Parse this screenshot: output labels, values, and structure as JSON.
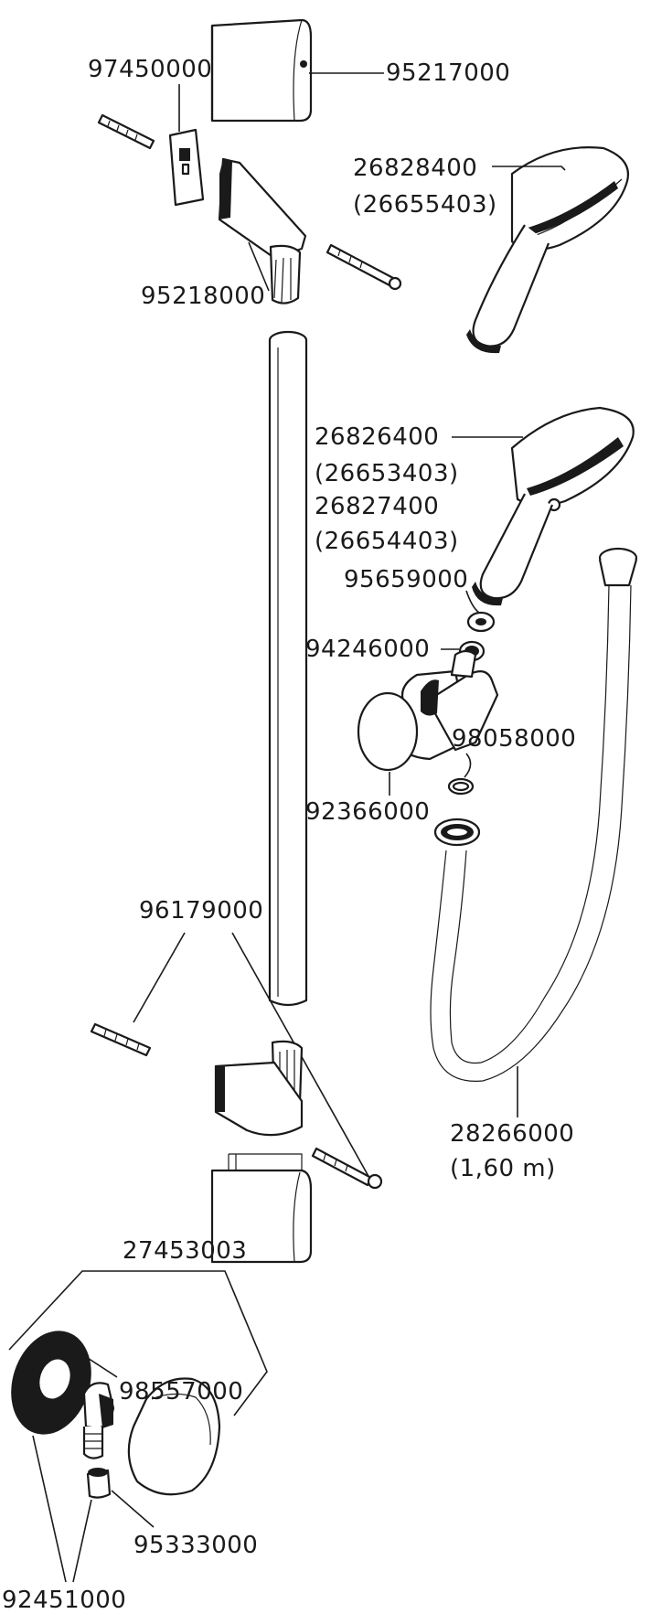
{
  "diagram": {
    "labels": {
      "p95217000": "95217000",
      "p97450000": "97450000",
      "p26828400": "26828400",
      "p26655403": "(26655403)",
      "p95218000": "95218000",
      "p26826400": "26826400",
      "p26653403": "(26653403)",
      "p26827400": "26827400",
      "p26654403": "(26654403)",
      "p95659000": "95659000",
      "p94246000": "94246000",
      "p98058000": "98058000",
      "p92366000": "92366000",
      "p96179000": "96179000",
      "p28266000": "28266000",
      "p28266000_len": "(1,60 m)",
      "p27453003": "27453003",
      "p98557000": "98557000",
      "p95333000": "95333000",
      "p92451000": "92451000"
    },
    "colors": {
      "ink": "#1a1a1a",
      "paper": "#ffffff"
    },
    "icons": [
      "wall-cover-icon",
      "wall-plate-icon",
      "screw-icon",
      "wall-bracket-icon",
      "hand-shower-icon",
      "slide-rail-icon",
      "washer-icon",
      "slider-icon",
      "hose-icon",
      "wall-outlet-icon",
      "rosette-icon"
    ]
  }
}
